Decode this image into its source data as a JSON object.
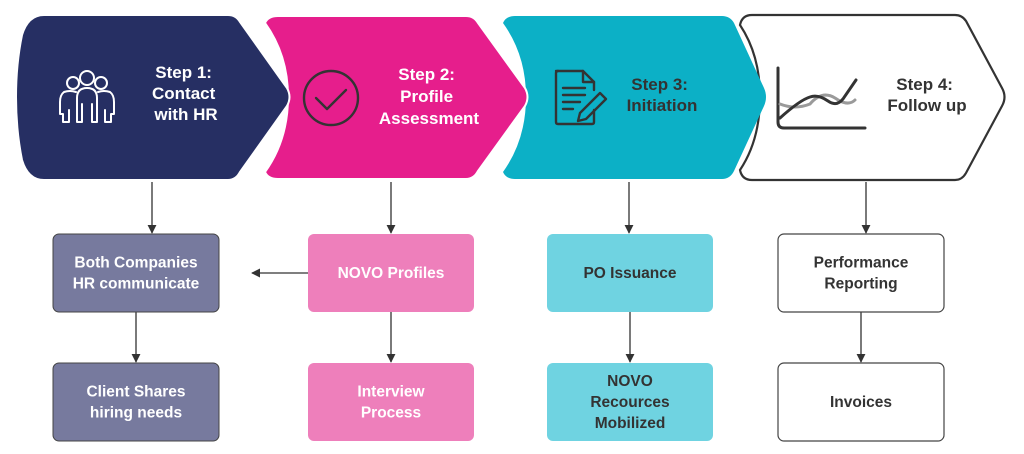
{
  "diagram": {
    "colors": {
      "step1": "#262f63",
      "step2": "#e61e8c",
      "step3": "#0cb0c6",
      "step4": "#ffffff",
      "outline": "#333333",
      "col1_box": "#777a9e",
      "col2_box": "#ee7fbb",
      "col3_box": "#6fd3e1",
      "col4_box": "#ffffff",
      "connector": "#333333"
    },
    "steps": [
      {
        "icon": "people-group-icon",
        "lines": [
          "Step 1:",
          "Contact",
          "with HR"
        ],
        "text_color": "#ffffff"
      },
      {
        "icon": "check-circle-icon",
        "lines": [
          "Step 2:",
          "Profile",
          "Assessment"
        ],
        "text_color": "#ffffff"
      },
      {
        "icon": "document-edit-icon",
        "lines": [
          "Step 3:",
          "Initiation"
        ],
        "text_color": "#333333"
      },
      {
        "icon": "line-chart-icon",
        "lines": [
          "Step 4:",
          "Follow up"
        ],
        "text_color": "#333333"
      }
    ],
    "boxes": [
      {
        "col": 1,
        "row": 1,
        "lines": [
          "Both Companies",
          "HR communicate"
        ],
        "text_color": "#ffffff"
      },
      {
        "col": 1,
        "row": 2,
        "lines": [
          "Client Shares",
          "hiring needs"
        ],
        "text_color": "#ffffff"
      },
      {
        "col": 2,
        "row": 1,
        "lines": [
          "NOVO Profiles"
        ],
        "text_color": "#ffffff"
      },
      {
        "col": 2,
        "row": 2,
        "lines": [
          "Interview",
          "Process"
        ],
        "text_color": "#ffffff"
      },
      {
        "col": 3,
        "row": 1,
        "lines": [
          "PO Issuance"
        ],
        "text_color": "#333333"
      },
      {
        "col": 3,
        "row": 2,
        "lines": [
          "NOVO",
          "Recources",
          "Mobilized"
        ],
        "text_color": "#333333"
      },
      {
        "col": 4,
        "row": 1,
        "lines": [
          "Performance",
          "Reporting"
        ],
        "text_color": "#333333"
      },
      {
        "col": 4,
        "row": 2,
        "lines": [
          "Invoices"
        ],
        "text_color": "#333333"
      }
    ],
    "connectors": [
      {
        "from": "step-1",
        "to": "box-1-1"
      },
      {
        "from": "box-1-1",
        "to": "box-1-2"
      },
      {
        "from": "step-2",
        "to": "box-2-1"
      },
      {
        "from": "box-2-1",
        "to": "box-1-1"
      },
      {
        "from": "box-2-1",
        "to": "box-2-2"
      },
      {
        "from": "step-3",
        "to": "box-3-1"
      },
      {
        "from": "box-3-1",
        "to": "box-3-2"
      },
      {
        "from": "step-4",
        "to": "box-4-1"
      },
      {
        "from": "box-4-1",
        "to": "box-4-2"
      }
    ]
  }
}
